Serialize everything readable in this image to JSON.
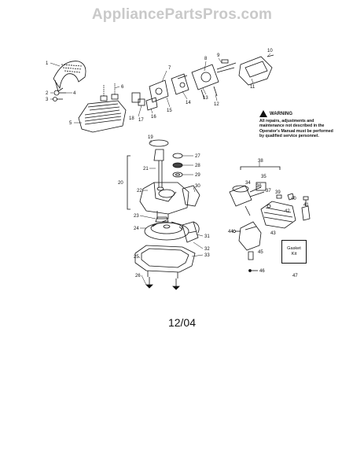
{
  "watermark": "AppliancePartsPros.com",
  "warning": {
    "title": "WARNING",
    "text": "All repairs, adjustments and maintenance not described in the Operator's Manual must be performed by qualified service personnel."
  },
  "gasket_kit": {
    "line1": "Gasket",
    "line2": "Kit"
  },
  "date_code": "12/04",
  "callouts": [
    "1",
    "2",
    "3",
    "4",
    "5",
    "6",
    "7",
    "8",
    "9",
    "10",
    "11",
    "12",
    "13",
    "14",
    "15",
    "16",
    "17",
    "18",
    "19",
    "20",
    "21",
    "22",
    "23",
    "24",
    "25",
    "26",
    "27",
    "28",
    "29",
    "30",
    "31",
    "32",
    "33",
    "34",
    "35",
    "36",
    "37",
    "38",
    "39",
    "40",
    "41",
    "42",
    "43",
    "44",
    "45",
    "46",
    "47"
  ],
  "icons": {
    "warning": "warning-triangle-icon"
  }
}
